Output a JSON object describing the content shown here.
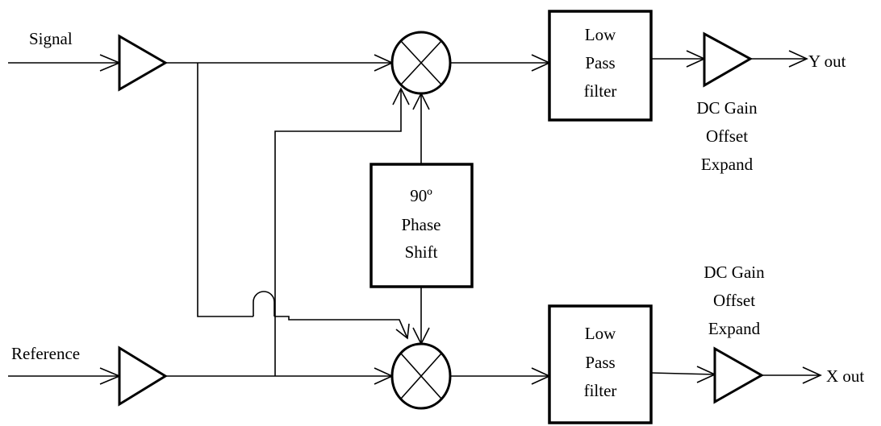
{
  "inputs": {
    "signal": "Signal",
    "reference": "Reference"
  },
  "outputs": {
    "y_out": "Y out",
    "x_out": "X out"
  },
  "phase_shift": {
    "line1": "90º",
    "line2": "Phase",
    "line3": "Shift"
  },
  "lpf_top": {
    "line1": "Low",
    "line2": "Pass",
    "line3": "filter"
  },
  "lpf_bottom": {
    "line1": "Low",
    "line2": "Pass",
    "line3": "filter"
  },
  "dc_top": {
    "line1": "DC Gain",
    "line2": "Offset",
    "line3": "Expand"
  },
  "dc_bottom": {
    "line1": "DC Gain",
    "line2": "Offset",
    "line3": "Expand"
  }
}
